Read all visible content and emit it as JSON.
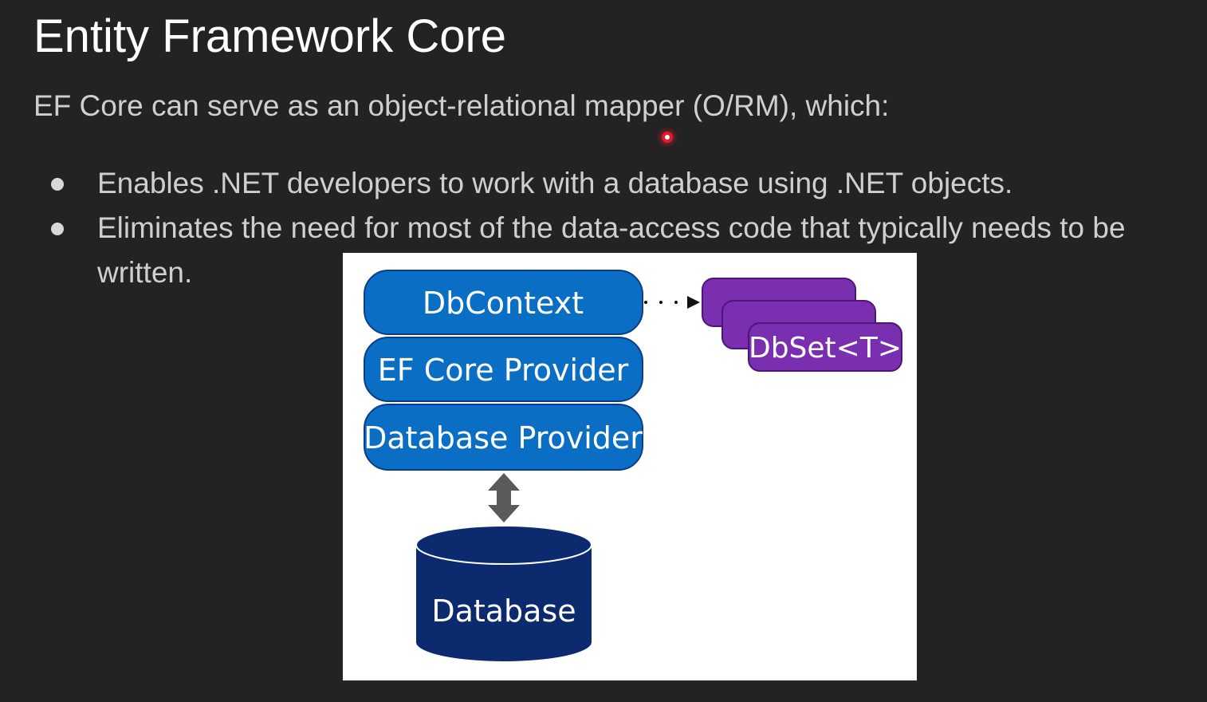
{
  "slide": {
    "title": "Entity Framework Core",
    "subtitle": "EF Core can serve as an object-relational mapper (O/RM), which:",
    "bullets": [
      "Enables .NET developers to work with a database using .NET objects.",
      "Eliminates the need for most of the data-access code that typically needs to be written."
    ]
  },
  "diagram": {
    "layers": [
      "DbContext",
      "EF Core Provider",
      "Database Provider"
    ],
    "dbset_label": "DbSet<T>",
    "database_label": "Database",
    "colors": {
      "layer_fill": "#0a6ec4",
      "layer_stroke": "#0b3d86",
      "dbset_fill": "#7a2fb0",
      "dbset_stroke": "#4e1577",
      "database_fill": "#0c2a6e",
      "arrow": "#5a5a5a"
    }
  }
}
